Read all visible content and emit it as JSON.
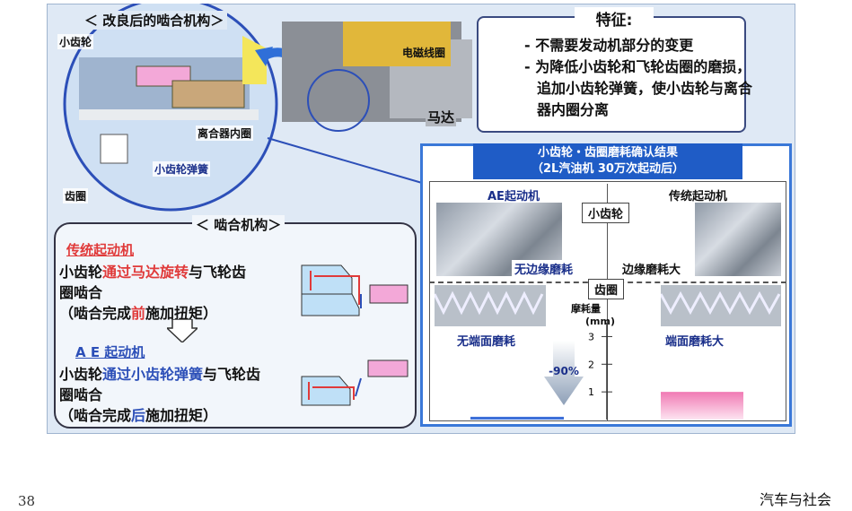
{
  "improved_mechanism": {
    "title": "＜ 改良后的啮合机构＞",
    "labels": {
      "pinion": "小齿轮",
      "coil": "电磁线圈",
      "motor": "马达",
      "clutch_inner": "离合器内圈",
      "pinion_spring": "小齿轮弹簧",
      "ring_gear": "齿圈"
    }
  },
  "features": {
    "title": "特征:",
    "items": [
      "- 不需要发动机部分的变更",
      "- 为降低小齿轮和飞轮齿圈的磨损，",
      "追加小齿轮弹簧，使小齿轮与离合",
      "器内圈分离"
    ]
  },
  "meshing": {
    "title": "＜ 啮合机构＞",
    "legacy": {
      "title": "传统起动机",
      "line1_a": "小齿轮",
      "line1_b": "通过马达旋转",
      "line1_c": "与飞轮齿",
      "line2": "圈啮合",
      "line3_a": "（啮合完成",
      "line3_b": "前",
      "line3_c": "施加扭矩）"
    },
    "ae": {
      "title": "A E 起动机",
      "line1_a": "小齿轮",
      "line1_b": "通过小齿轮弹簧",
      "line1_c": "与飞轮齿",
      "line2": "圈啮合",
      "line3_a": "（啮合完成",
      "line3_b": "后",
      "line3_c": "施加扭矩）"
    }
  },
  "results": {
    "header_line1": "小齿轮・齿圈磨耗确认结果",
    "header_line2": "（2L汽油机  30万次起动后）",
    "col_ae": "AE起动机",
    "col_legacy": "传统起动机",
    "row_pinion": "小齿轮",
    "row_ring": "齿圈",
    "cap_no_edge_wear": "无边缘磨耗",
    "cap_edge_wear_large": "边缘磨耗大",
    "cap_no_end_wear": "无端面磨耗",
    "cap_end_wear_large": "端面磨耗大",
    "axis_label": "摩耗量",
    "axis_unit": "(mm)",
    "ticks": [
      "3",
      "2",
      "1"
    ],
    "reduction": "-90%"
  },
  "chart_data": {
    "type": "bar",
    "categories": [
      "AE起动机",
      "传统起动机"
    ],
    "values": [
      0.1,
      1.0
    ],
    "ylabel": "摩耗量 (mm)",
    "ylim": [
      0,
      3.5
    ],
    "annotation": "-90%"
  },
  "footer": {
    "page_number": "38",
    "brand": "汽车与社会"
  }
}
